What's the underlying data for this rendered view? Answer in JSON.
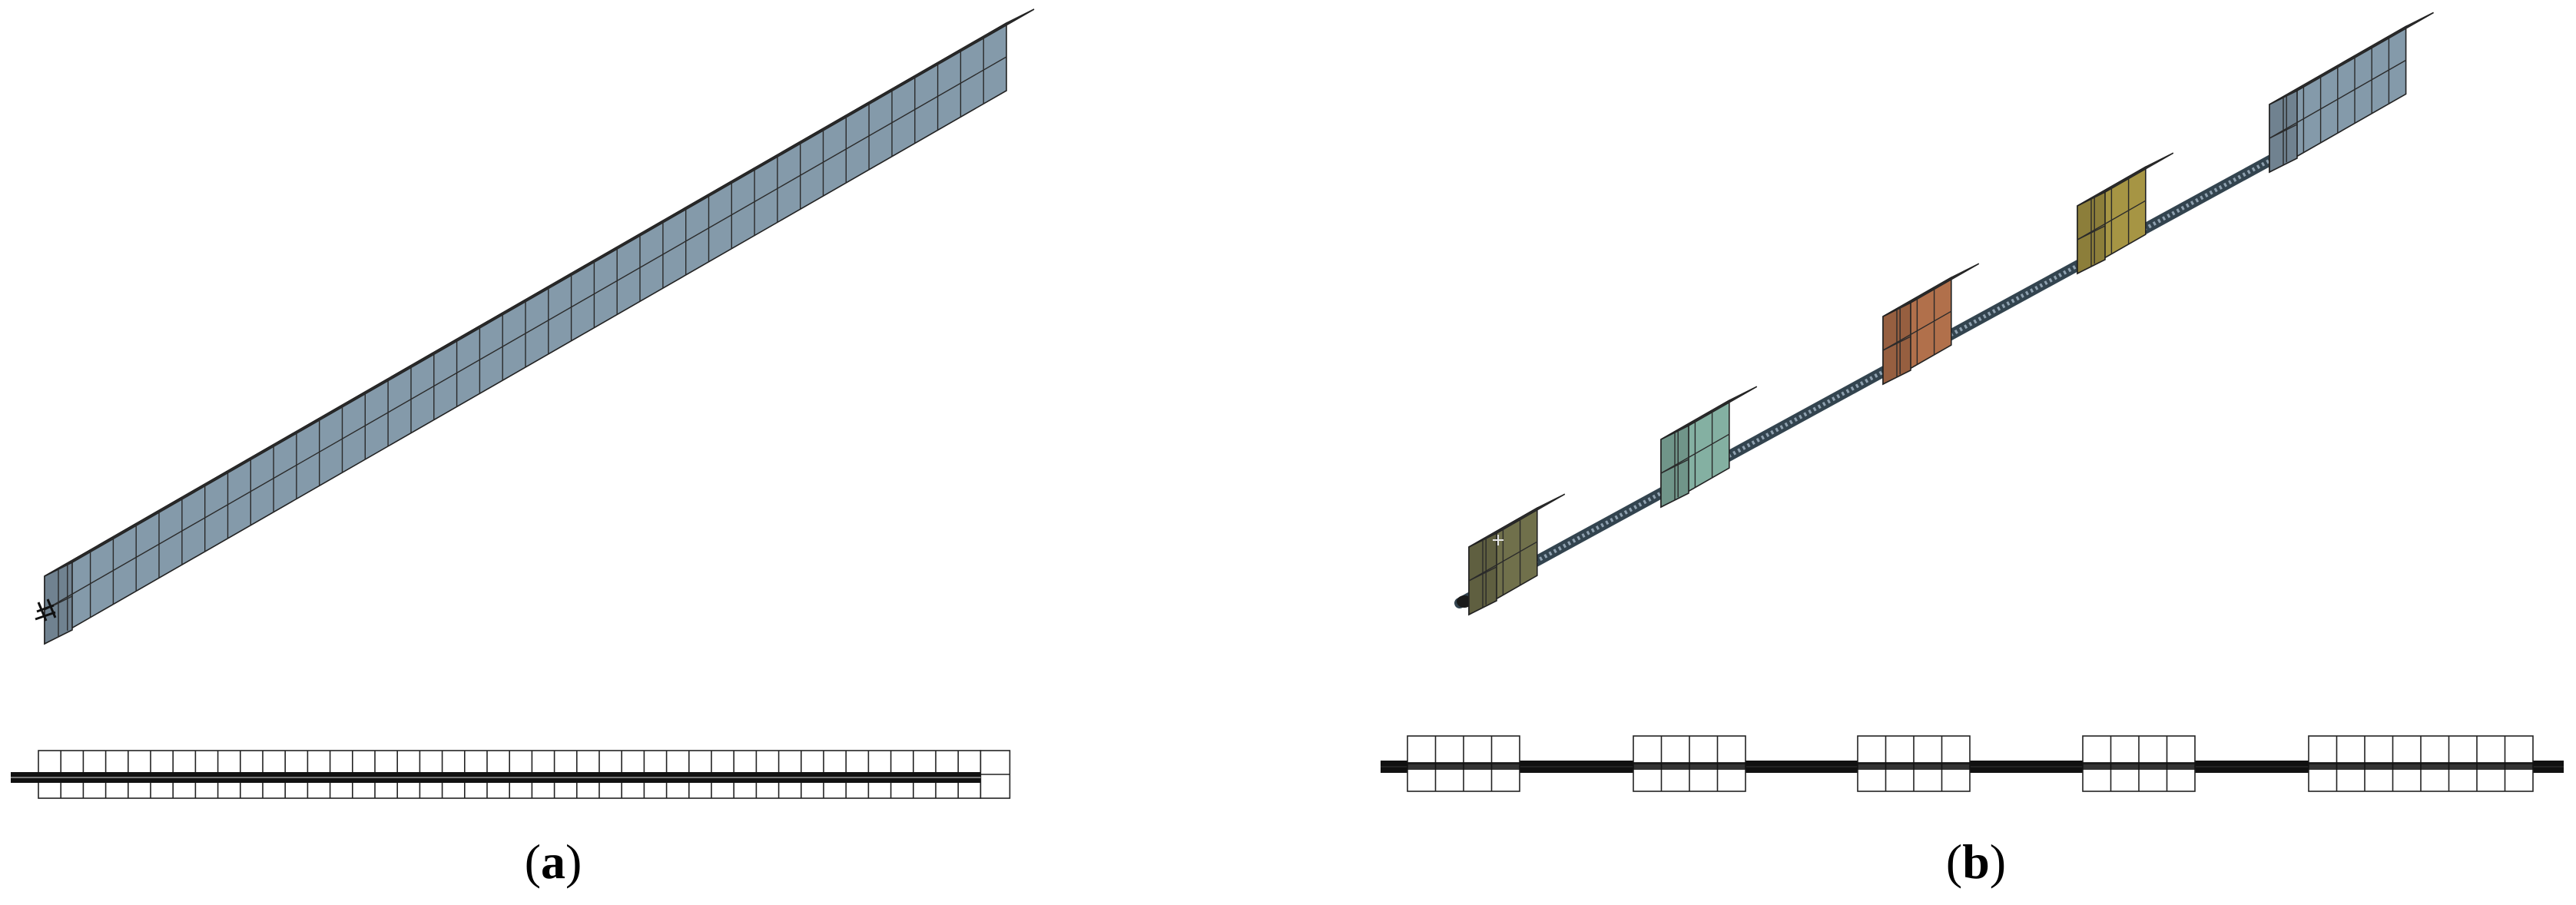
{
  "panels": [
    {
      "id": "a",
      "caption_open": "(",
      "caption_letter": "a",
      "caption_close": ")",
      "model": "continuous",
      "element_count": 42,
      "color": "#8fa7b9"
    },
    {
      "id": "b",
      "caption_open": "(",
      "caption_letter": "b",
      "caption_close": ")",
      "model": "segmented",
      "segments": [
        {
          "cols": 4,
          "color": "#7a7a52"
        },
        {
          "cols": 4,
          "color": "#8fbfb0"
        },
        {
          "cols": 4,
          "color": "#c07a52"
        },
        {
          "cols": 4,
          "color": "#b4a24a"
        },
        {
          "cols": 8,
          "color": "#8fa7b9"
        }
      ]
    }
  ]
}
